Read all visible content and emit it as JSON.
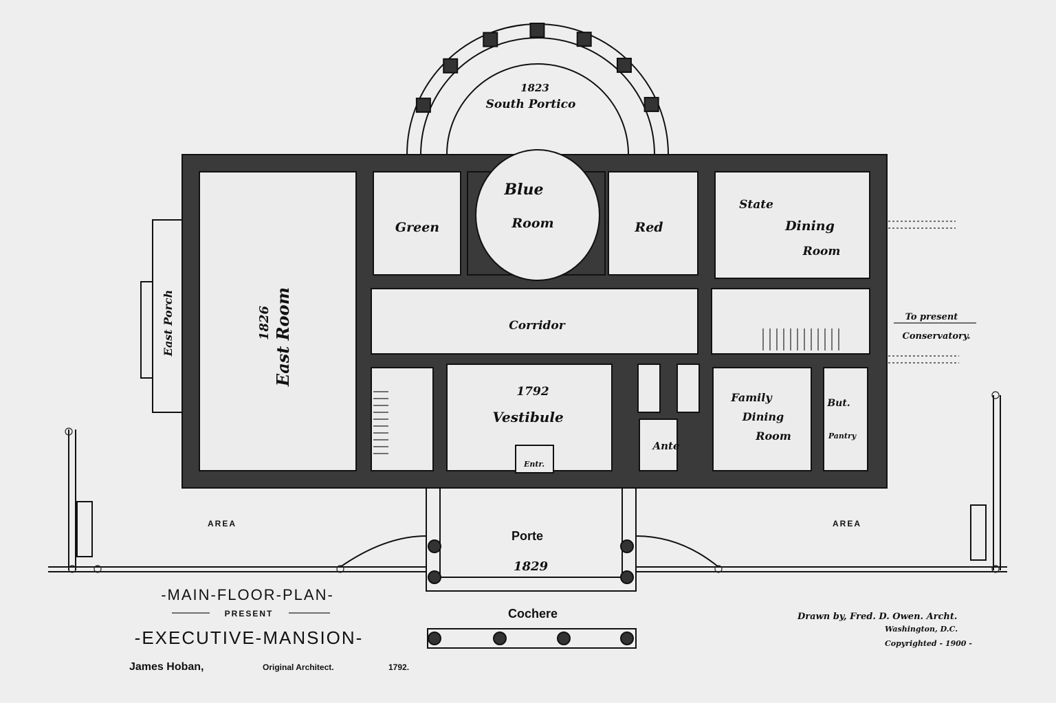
{
  "rooms": {
    "south_portico_year": "1823",
    "south_portico": "South Portico",
    "blue_room_1": "Blue",
    "blue_room_2": "Room",
    "green": "Green",
    "red": "Red",
    "state_dining_1": "State",
    "state_dining_2": "Dining",
    "state_dining_3": "Room",
    "east_room_year": "1826",
    "east_room": "East Room",
    "east_porch": "East Porch",
    "corridor": "Corridor",
    "vestibule_year": "1792",
    "vestibule": "Vestibule",
    "entrance": "Entr.",
    "ante": "Ante",
    "family_dining_1": "Family",
    "family_dining_2": "Dining",
    "family_dining_3": "Room",
    "butlers_pantry_1": "But.",
    "butlers_pantry_2": "Pantry",
    "conservatory_1": "To present",
    "conservatory_2": "Conservatory.",
    "area_left": "AREA",
    "area_right": "AREA",
    "porte": "Porte",
    "porte_year": "1829",
    "cochere": "Cochere"
  },
  "title": {
    "line1": "-MAIN-FLOOR-PLAN-",
    "line2": "PRESENT",
    "line3": "-EXECUTIVE-MANSION-",
    "architect": "James Hoban,",
    "architect_role": "Original Architect.",
    "architect_year": "1792."
  },
  "credits": {
    "drawn_by": "Drawn by, Fred. D. Owen. Archt.",
    "place": "Washington, D.C.",
    "copyright": "Copyrighted - 1900 -"
  }
}
